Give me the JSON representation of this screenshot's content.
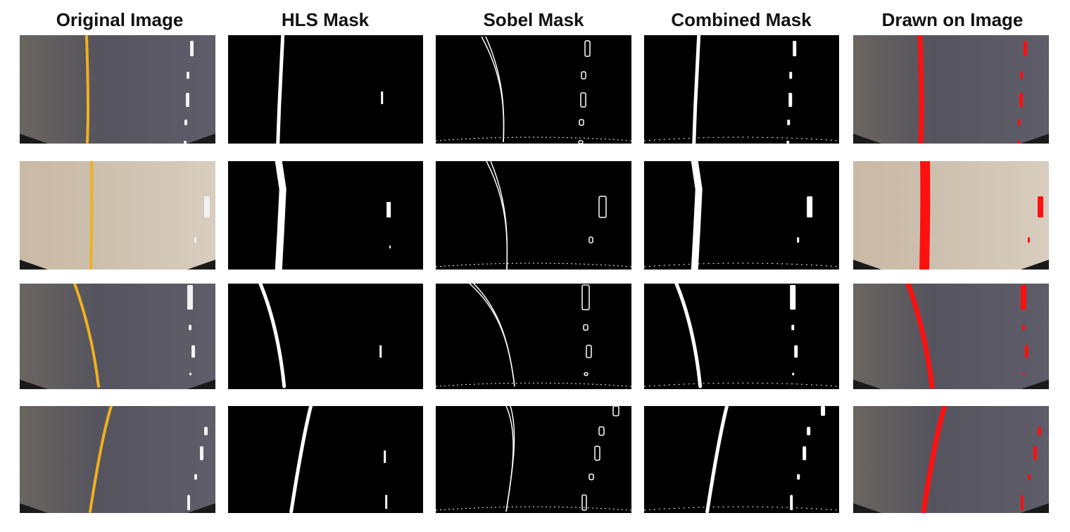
{
  "columns": [
    {
      "id": "original",
      "title": "Original Image"
    },
    {
      "id": "hls",
      "title": "HLS Mask"
    },
    {
      "id": "sobel",
      "title": "Sobel Mask"
    },
    {
      "id": "combined",
      "title": "Combined Mask"
    },
    {
      "id": "drawn",
      "title": "Drawn on Image"
    }
  ],
  "colors": {
    "road_gray": "#55545e",
    "road_bright": "#cdbfae",
    "yellow_line": "#f0b020",
    "mask_bg": "#000000",
    "mask_fg": "#ffffff",
    "overlay_red": "#ff1010"
  }
}
